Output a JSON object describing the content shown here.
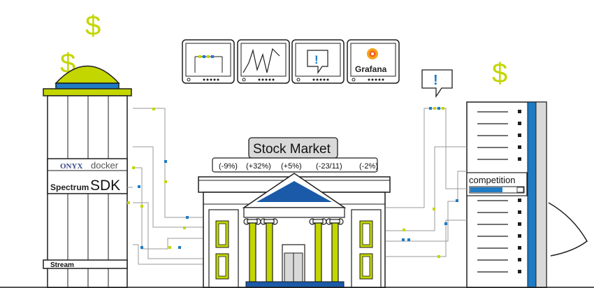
{
  "market": {
    "title": "Stock Market",
    "changes": [
      "(-9%)",
      "(+32%)",
      "(+5%)",
      "(-23/11)",
      "(-2%)"
    ]
  },
  "left_tower": {
    "logos": {
      "onyx": "ONYX",
      "docker": "docker",
      "spectrum": "Spectrum",
      "sdk": "SDK"
    },
    "base_label": "Stream"
  },
  "right_tower": {
    "label": "competition"
  },
  "monitors": {
    "grafana_label": "Grafana",
    "alert_glyph": "!"
  },
  "callout": {
    "glyph": "!"
  },
  "dollar_glyph": "$",
  "colors": {
    "lime": "#c3d600",
    "blue": "#1f7bc4",
    "darkblue": "#1b5aa8",
    "stroke": "#1e1e1e",
    "grafana_orange": "#f05a28"
  },
  "icons": [
    "dollar-icon",
    "alert-icon",
    "grafana-logo-icon",
    "chart-line-icon",
    "bank-building-icon"
  ]
}
